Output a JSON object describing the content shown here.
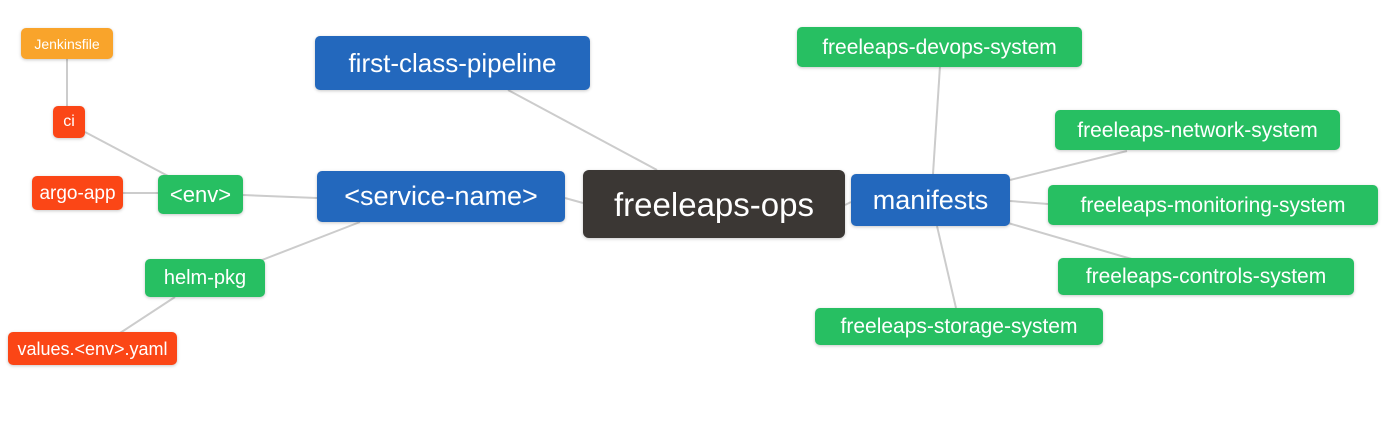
{
  "diagram": {
    "type": "mindmap",
    "root_label": "freeleaps-ops"
  },
  "colors": {
    "background": "#ffffff",
    "text": "#ffffff",
    "edge": "#cccccc",
    "root": "#3b3734",
    "level1": "#2368bd",
    "level2": "#27bf62",
    "level3": "#fb4616",
    "level4": "#f9a42b"
  },
  "nodes": [
    {
      "id": "jenkinsfile",
      "label": "Jenkinsfile",
      "parent": "ci",
      "level": "level4"
    },
    {
      "id": "ci",
      "label": "ci",
      "parent": "env",
      "level": "level3"
    },
    {
      "id": "argo-app",
      "label": "argo-app",
      "parent": "env",
      "level": "level3"
    },
    {
      "id": "env",
      "label": "<env>",
      "parent": "service-name",
      "level": "level2"
    },
    {
      "id": "first-class-pipeline",
      "label": "first-class-pipeline",
      "parent": "freeleaps-ops",
      "level": "level1"
    },
    {
      "id": "service-name",
      "label": "<service-name>",
      "parent": "freeleaps-ops",
      "level": "level1"
    },
    {
      "id": "freeleaps-ops",
      "label": "freeleaps-ops",
      "parent": null,
      "level": "root"
    },
    {
      "id": "manifests",
      "label": "manifests",
      "parent": "freeleaps-ops",
      "level": "level1"
    },
    {
      "id": "helm-pkg",
      "label": "helm-pkg",
      "parent": "service-name",
      "level": "level2"
    },
    {
      "id": "values-env-yaml",
      "label": "values.<env>.yaml",
      "parent": "helm-pkg",
      "level": "level3"
    },
    {
      "id": "freeleaps-devops-system",
      "label": "freeleaps-devops-system",
      "parent": "manifests",
      "level": "level2"
    },
    {
      "id": "freeleaps-network-system",
      "label": "freeleaps-network-system",
      "parent": "manifests",
      "level": "level2"
    },
    {
      "id": "freeleaps-monitoring-system",
      "label": "freeleaps-monitoring-system",
      "parent": "manifests",
      "level": "level2"
    },
    {
      "id": "freeleaps-controls-system",
      "label": "freeleaps-controls-system",
      "parent": "manifests",
      "level": "level2"
    },
    {
      "id": "freeleaps-storage-system",
      "label": "freeleaps-storage-system",
      "parent": "manifests",
      "level": "level2"
    }
  ]
}
